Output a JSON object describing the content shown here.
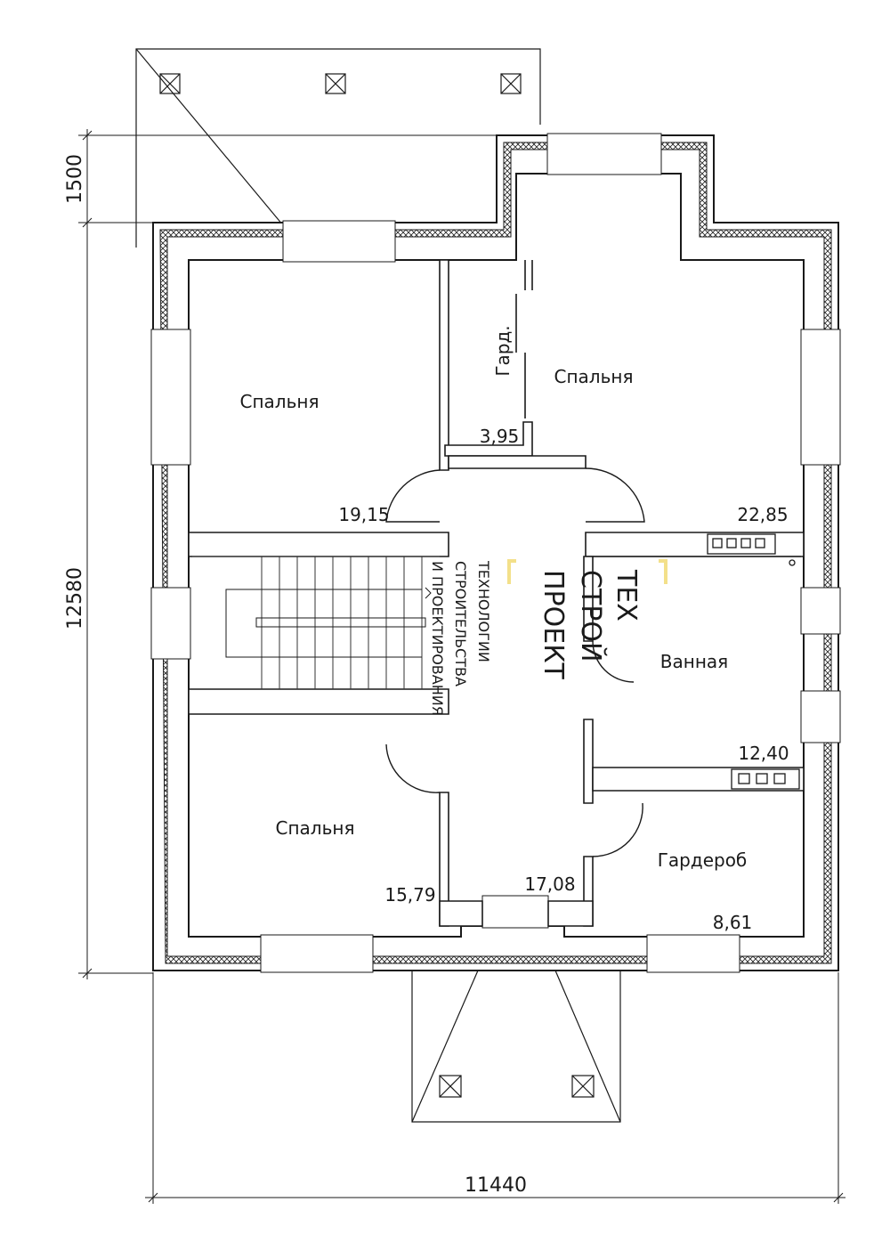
{
  "plan": {
    "dimensions": {
      "overall_height": "12580",
      "overall_width": "11440",
      "balcony_depth": "1500"
    },
    "rooms": [
      {
        "id": "bedroom-nw",
        "name": "Спальня",
        "area": "19,15"
      },
      {
        "id": "bedroom-ne",
        "name": "Спальня",
        "area": "22,85"
      },
      {
        "id": "closet-small",
        "name": "Гард.",
        "area": "3,95"
      },
      {
        "id": "bathroom",
        "name": "Ванная",
        "area": "12,40"
      },
      {
        "id": "bedroom-sw",
        "name": "Спальня",
        "area": "15,79"
      },
      {
        "id": "hall",
        "name": "",
        "area": "17,08"
      },
      {
        "id": "wardrobe",
        "name": "Гардероб",
        "area": "8,61"
      }
    ]
  },
  "watermark": {
    "brand_line1": "ТЕХ",
    "brand_line2": "СТРОЙ",
    "brand_line3": "ПРОЕКТ",
    "tagline_line1": "ТЕХНОЛОГИИ",
    "tagline_line2": "СТРОИТЕЛЬСТВА",
    "tagline_line3": "И ПРОЕКТИРОВАНИЯ",
    "accent_color": "#f3e08a"
  }
}
